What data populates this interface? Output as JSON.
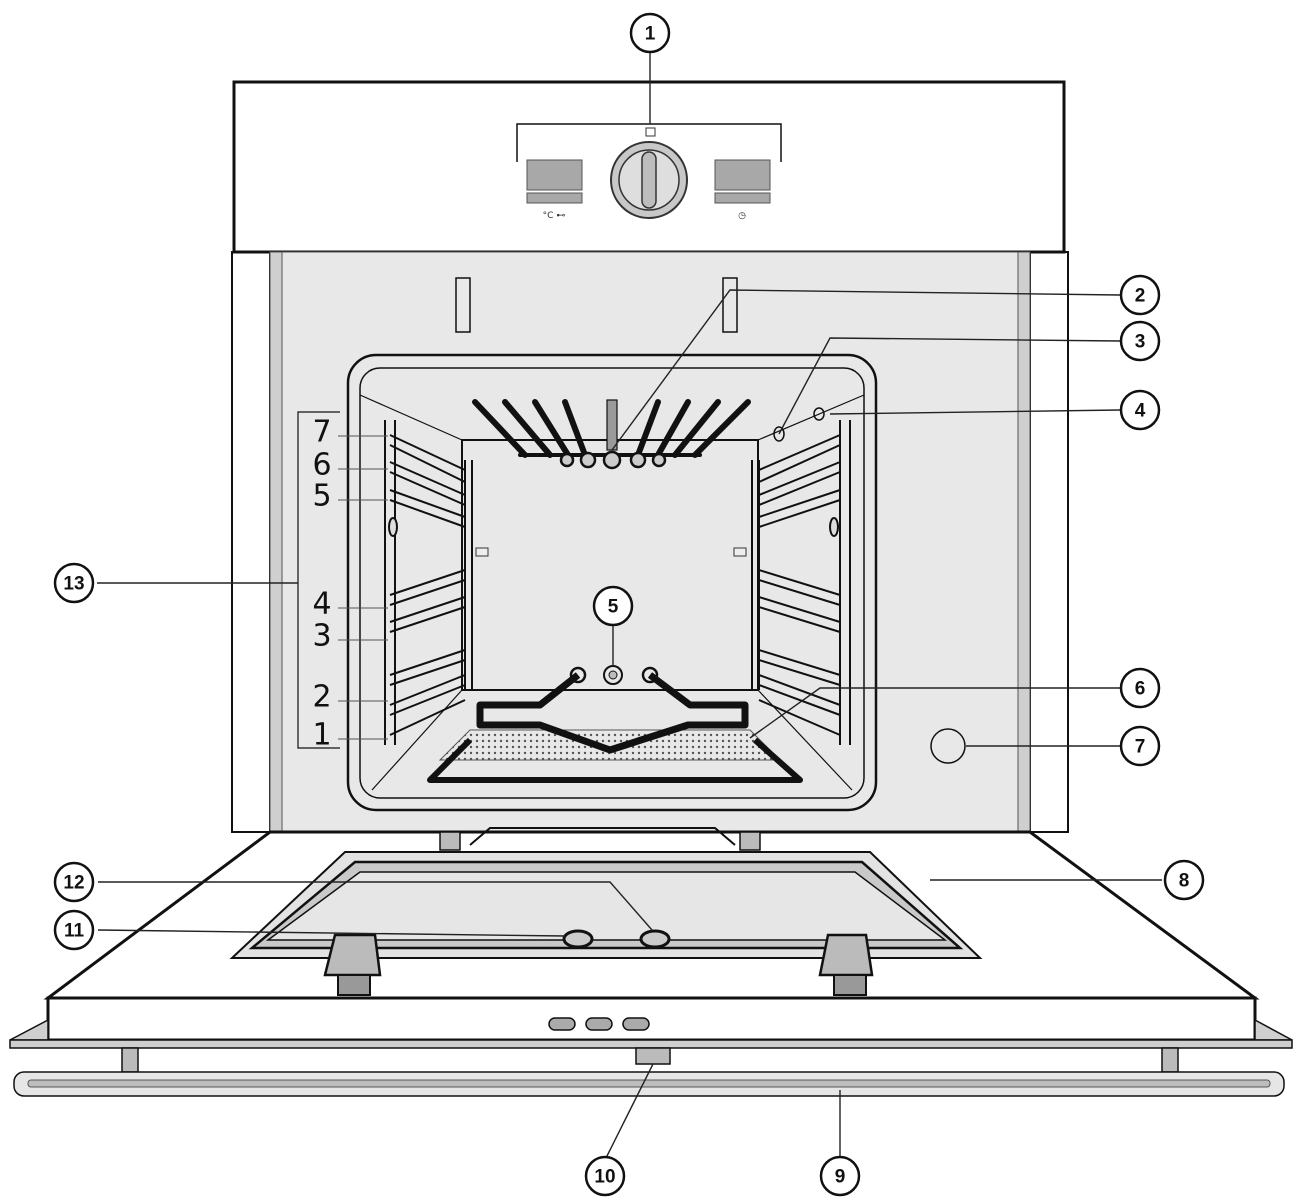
{
  "callouts": [
    {
      "id": "1",
      "label": "1"
    },
    {
      "id": "2",
      "label": "2"
    },
    {
      "id": "3",
      "label": "3"
    },
    {
      "id": "4",
      "label": "4"
    },
    {
      "id": "5",
      "label": "5"
    },
    {
      "id": "6",
      "label": "6"
    },
    {
      "id": "7",
      "label": "7"
    },
    {
      "id": "8",
      "label": "8"
    },
    {
      "id": "9",
      "label": "9"
    },
    {
      "id": "10",
      "label": "10"
    },
    {
      "id": "11",
      "label": "11"
    },
    {
      "id": "12",
      "label": "12"
    },
    {
      "id": "13",
      "label": "13"
    }
  ],
  "shelf_levels": [
    "7",
    "6",
    "5",
    "4",
    "3",
    "2",
    "1"
  ],
  "control_panel": {
    "left_symbol": "°C ⊷",
    "top_symbol": "□",
    "right_symbol": "◷"
  },
  "colors": {
    "panel_gray": "#e4e4e4",
    "cavity_gray": "#d6d6d6",
    "frame_dark": "#8a8a8a",
    "line": "#111111"
  }
}
